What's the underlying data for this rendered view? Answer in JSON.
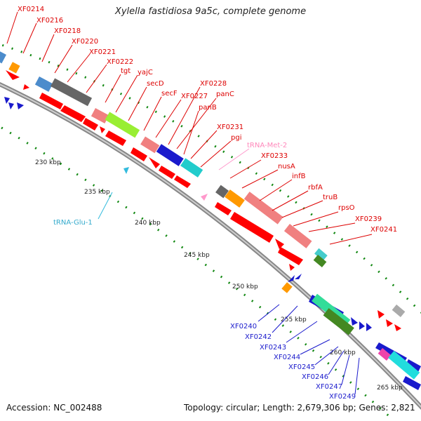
{
  "title": "Xylella fastidiosa 9a5c, complete genome",
  "footer": {
    "accession": "Accession: NC_002488",
    "summary": "Topology: circular; Length: 2,679,306 bp; Genes: 2,821"
  },
  "scale": {
    "ticks": [
      "230 kbp",
      "235 kbp",
      "240 kbp",
      "245 kbp",
      "250 kbp",
      "255 kbp",
      "260 kbp",
      "265 kbp"
    ]
  },
  "colors": {
    "cds_forward": "#ff0000",
    "cds_reverse": "#0000ff",
    "trna": "#ff99cc",
    "trna_reverse": "#33bbdd",
    "backbone": "#999999",
    "gc_dots": "#008800"
  },
  "labels_forward": [
    "XF0214",
    "XF0216",
    "XF0218",
    "XF0220",
    "XF0221",
    "XF0222",
    "tgt",
    "yajC",
    "secD",
    "secF",
    "XF0227",
    "XF0228",
    "panC",
    "panB",
    "XF0231",
    "pgi",
    "XF0233",
    "nusA",
    "infB",
    "rbfA",
    "truB",
    "rpsO",
    "XF0239",
    "XF0241"
  ],
  "label_trna_met": "tRNA-Met-2",
  "label_trna_glu": "tRNA-Glu-1",
  "labels_reverse": [
    "XF0240",
    "XF0242",
    "XF0243",
    "XF0244",
    "XF0245",
    "XF0246",
    "XF0247",
    "XF0249"
  ]
}
